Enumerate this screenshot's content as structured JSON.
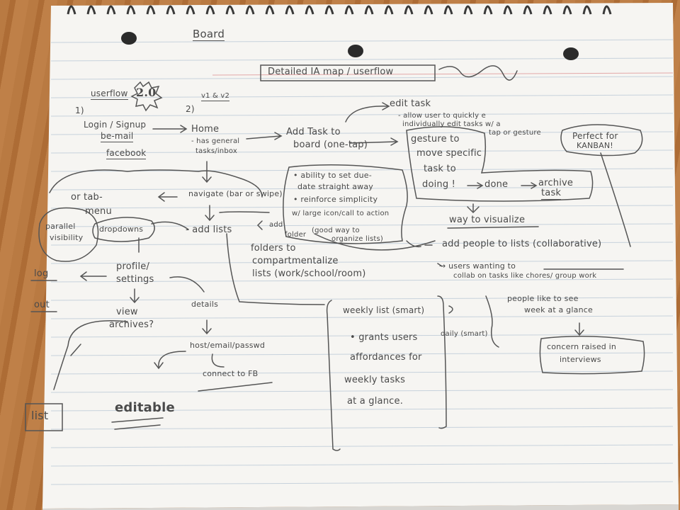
{
  "sheet": {
    "title": "Board",
    "header": "Detailed IA map / userflow",
    "header_note": "(scribble)",
    "userflow": "userflow",
    "version": "2.0",
    "marker1": "1)",
    "marker2": "2)",
    "v_label": "v1 & v2"
  },
  "nodes": {
    "login": [
      "Login / Signup",
      "be-mail",
      "facebook"
    ],
    "home": [
      "Home",
      "- has general",
      "tasks/inbox"
    ],
    "add_task": [
      "Add Task to",
      "board (one-tap)"
    ],
    "edit_task": [
      "edit task",
      "- allow user to quickly e",
      "individually edit tasks w/ a",
      "tap or gesture"
    ],
    "perfect": [
      "Perfect for",
      "KANBAN!"
    ],
    "gesture": [
      "gesture to",
      "move specific",
      "task to"
    ],
    "doing_row": [
      "doing !",
      "done",
      "archive",
      "task"
    ],
    "way_to_visualize": "way to visualize",
    "ability": [
      "• ability to set due-",
      "date straight away",
      "• reinforce simplicity",
      "w/ large icon/call to action"
    ],
    "navigate": "navigate (bar or swipe)",
    "or_tab": [
      "or tab-",
      "menu"
    ],
    "parallel": [
      "parallel",
      "visibility"
    ],
    "dropdowns": "dropdowns",
    "add_lists": "- add lists",
    "add_folder": [
      "add",
      "folder"
    ],
    "good_way": [
      "(good way to",
      "organize lists)"
    ],
    "folders": [
      "folders to",
      "compartmentalize",
      "lists (work/school/room)"
    ],
    "add_people": "add people to lists (collaborative)",
    "users_wanting": [
      "→ users wanting to",
      "collab on tasks like chores/ group work"
    ],
    "profile": [
      "profile/",
      "settings"
    ],
    "log_out": [
      "log",
      "out"
    ],
    "view_archives": [
      "view",
      "archives?"
    ],
    "details": "details",
    "connect": [
      "host/email/passwd",
      "connect to FB"
    ],
    "list": "list",
    "editable": "editable",
    "weekly": [
      "weekly list (smart)",
      "• grants users",
      "affordances for",
      "weekly tasks",
      "at a glance."
    ],
    "daily": "daily (smart)",
    "people_like": [
      "people like to see",
      "week at a glance"
    ],
    "concern": [
      "concern raised in",
      "interviews"
    ]
  }
}
